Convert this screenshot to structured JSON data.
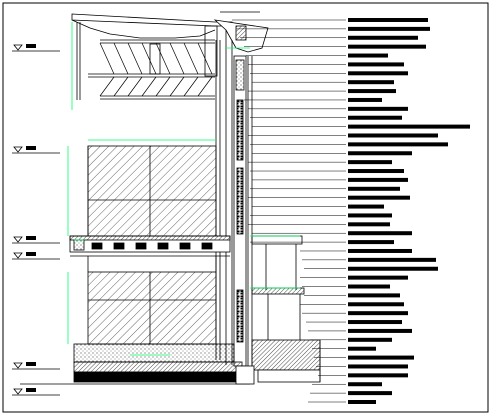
{
  "drawing": {
    "kind": "CAD building section detail",
    "colors": {
      "line": "#000000",
      "dimension": "#00ff66",
      "background": "#ffffff"
    },
    "level_markers": [
      {
        "name": "level-roof-top"
      },
      {
        "name": "level-upper"
      },
      {
        "name": "level-mid-floor"
      },
      {
        "name": "level-mid-floor-lower"
      },
      {
        "name": "level-ground"
      },
      {
        "name": "level-foundation"
      }
    ],
    "annotation_line_count": 44
  }
}
